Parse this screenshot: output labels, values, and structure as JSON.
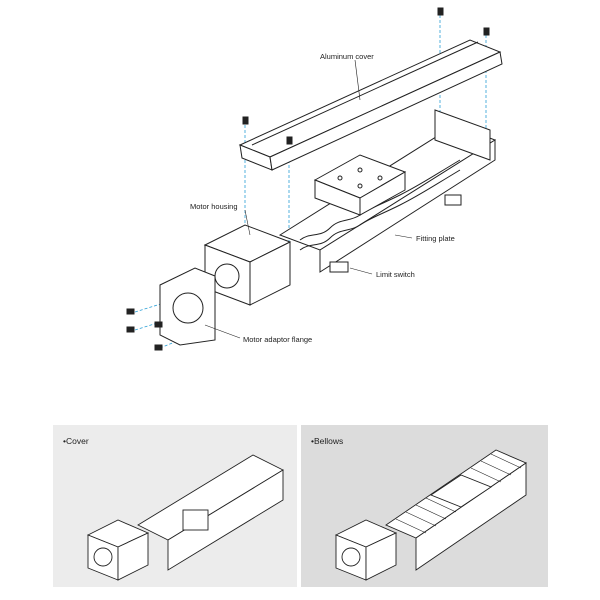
{
  "exploded_view": {
    "labels": {
      "aluminum_cover": "Aluminum cover",
      "motor_housing": "Motor housing",
      "fitting_plate": "Fitting plate",
      "limit_switch": "Limit switch",
      "motor_adaptor_flange": "Motor adaptor flange"
    }
  },
  "options": [
    {
      "title": "•Cover",
      "background": "#ececec"
    },
    {
      "title": "•Bellows",
      "background": "#dcdcdc"
    }
  ],
  "colors": {
    "line": "#222222",
    "guide": "#2a9fd6"
  }
}
